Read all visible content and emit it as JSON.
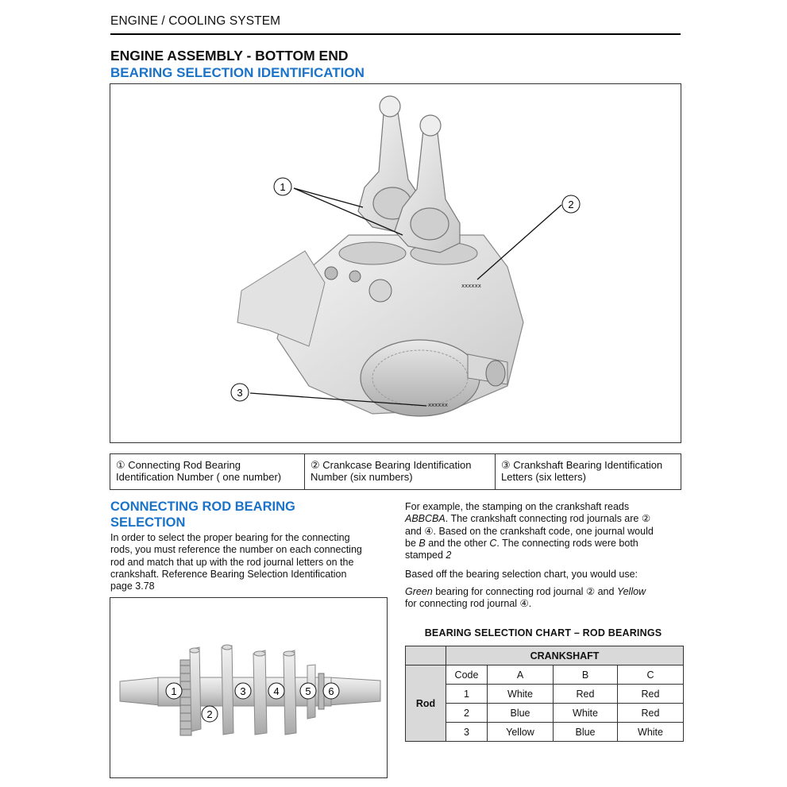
{
  "header": {
    "section": "ENGINE / COOLING SYSTEM"
  },
  "title": "ENGINE ASSEMBLY - BOTTOM END",
  "subtitle": "BEARING SELECTION IDENTIFICATION",
  "figure1": {
    "callout_numbers": [
      "1",
      "2",
      "3"
    ],
    "stamp_text": "xxxxxx"
  },
  "callouts": [
    {
      "num": "①",
      "text_line1": "Connecting Rod Bearing",
      "text_line2": "Identification Number ( one number)"
    },
    {
      "num": "②",
      "text_line1": "Crankcase Bearing Identification",
      "text_line2": "Number (six numbers)"
    },
    {
      "num": "③",
      "text_line1": "Crankshaft Bearing Identification",
      "text_line2": "Letters (six letters)"
    }
  ],
  "section2": {
    "heading_line1": "CONNECTING ROD BEARING",
    "heading_line2": "SELECTION",
    "left_paragraph_lines": [
      "In order to select the proper bearing for the connecting",
      "rods, you must reference the number on each connecting",
      "rod and match that up with the rod journal letters on the",
      "crankshaft. Reference Bearing Selection Identification",
      "page 3.78"
    ]
  },
  "figure2": {
    "journal_numbers": [
      "1",
      "2",
      "3",
      "4",
      "5",
      "6"
    ]
  },
  "right": {
    "p1": {
      "l1": "For example, the stamping on the crankshaft reads",
      "l2_italic": "ABBCBA",
      "l2_rest": ". The crankshaft connecting rod journals are ②",
      "l3": "and ④. Based on the crankshaft code, one journal would",
      "l4_a": "be ",
      "l4_b": "B",
      "l4_c": " and the other ",
      "l4_d": "C",
      "l4_e": ". The connecting rods were both",
      "l5_a": "stamped ",
      "l5_b": "2"
    },
    "p2": "Based off the bearing selection chart, you would use:",
    "p3": {
      "green": "Green",
      "mid": " bearing for connecting rod journal ② and ",
      "yellow": "Yellow",
      "l2": "for connecting rod journal ④."
    }
  },
  "chart_data": {
    "type": "table",
    "title": "BEARING SELECTION CHART – ROD BEARINGS",
    "group_header": "CRANKSHAFT",
    "row_group": "Rod",
    "columns": [
      "Code",
      "A",
      "B",
      "C"
    ],
    "rows": [
      [
        "1",
        "White",
        "Red",
        "Red"
      ],
      [
        "2",
        "Blue",
        "White",
        "Red"
      ],
      [
        "3",
        "Yellow",
        "Blue",
        "White"
      ]
    ]
  }
}
